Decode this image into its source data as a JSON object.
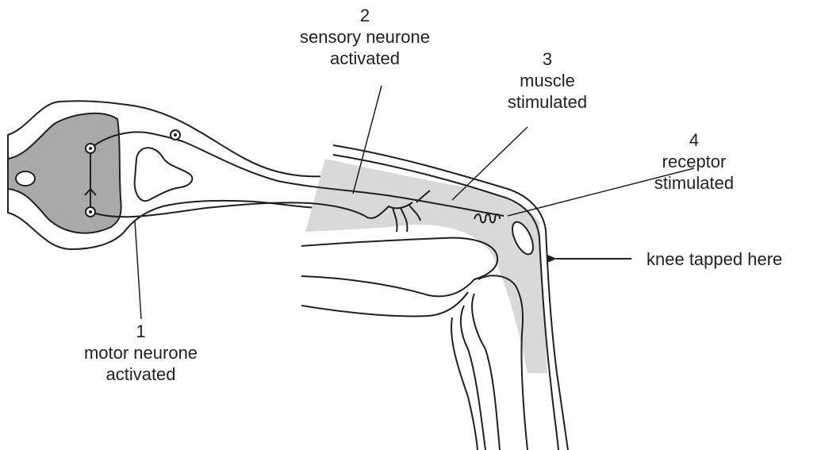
{
  "labels": {
    "sensory": {
      "number": "2",
      "line1": "sensory neurone",
      "line2": "activated"
    },
    "muscle": {
      "number": "3",
      "line1": "muscle",
      "line2": "stimulated"
    },
    "receptor": {
      "number": "4",
      "line1": "receptor",
      "line2": "stimulated"
    },
    "motor": {
      "number": "1",
      "line1": "motor neurone",
      "line2": "activated"
    },
    "knee": "knee tapped here"
  },
  "colors": {
    "line": "#231f20",
    "grey_matter": "#a9a9a9",
    "muscle_fill": "#d9d9d9"
  }
}
